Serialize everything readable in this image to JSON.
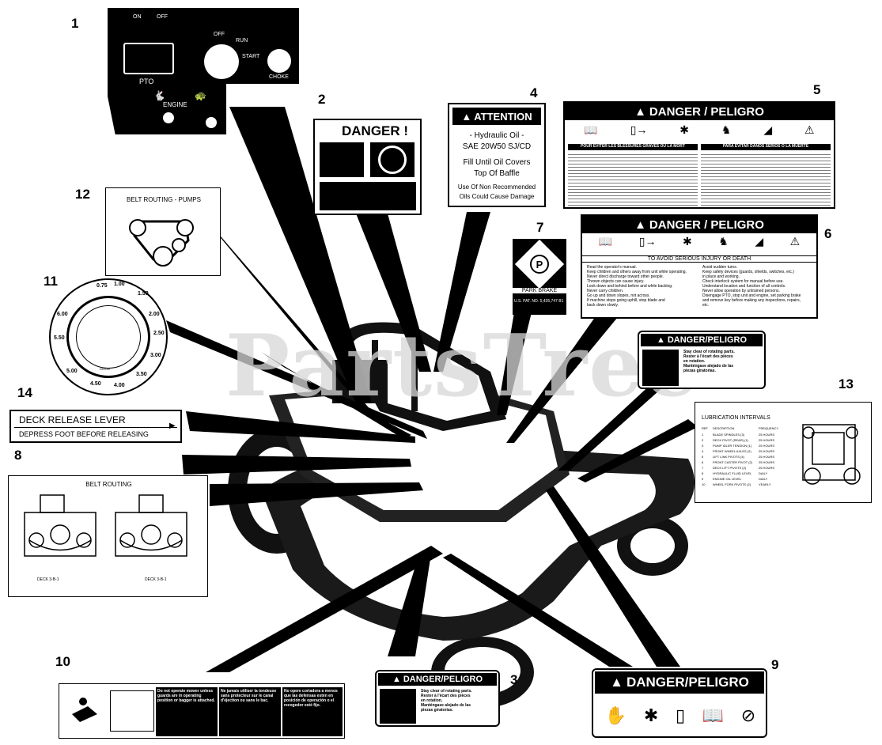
{
  "watermark": "PartsTree",
  "callouts": [
    "1",
    "2",
    "3",
    "4",
    "5",
    "6",
    "7",
    "8",
    "9",
    "10",
    "11",
    "12",
    "13",
    "14",
    "3"
  ],
  "decal1": {
    "on": "ON",
    "off": "OFF",
    "pto": "PTO",
    "off2": "OFF",
    "run": "RUN",
    "start": "START",
    "choke": "CHOKE",
    "engine": "ENGINE"
  },
  "decal2": {
    "title": "DANGER !"
  },
  "decal4": {
    "title": "ATTENTION",
    "line1": "- Hydraulic Oil -",
    "line2": "SAE 20W50 SJ/CD",
    "line3": "Fill Until Oil Covers",
    "line4": "Top Of Baffle",
    "line5": "Use Of Non Recommended",
    "line6": "Oils Could Cause Damage"
  },
  "decal5": {
    "title": "DANGER / PELIGRO",
    "left_head": "POUR EVITER LES BLESSURES GRAVES OU LA MORT",
    "right_head": "PARA EVITAR DAÑOS SERIOS O LA MUERTE"
  },
  "decal6": {
    "title": "DANGER / PELIGRO",
    "subhead": "TO AVOID SERIOUS INJURY OR DEATH",
    "left_items": [
      "Read the operator's manual.",
      "Keep children and others away from unit while operating.",
      "Never direct discharge toward other people.",
      "Thrown objects can cause injury.",
      "Look down and behind before and while backing.",
      "Never carry children.",
      "Go up and down slopes, not across.",
      "If machine stops going uphill, stop blade and",
      "back down slowly."
    ],
    "right_items": [
      "Avoid sudden turns.",
      "Keep safety devices (guards, shields, switches, etc.)",
      "in place and working.",
      "Check interlock system for manual before use.",
      "Understand location and function of all controls.",
      "Never allow operation by untrained persons.",
      "Disengage PTO, stop unit and engine, set parking brake",
      "and remove key before making any inspections, repairs,",
      "etc."
    ]
  },
  "decal7": {
    "label": "PARK BRAKE",
    "patent": "U.S. PAT. NO. 5,435,747 B1"
  },
  "decal3a": {
    "title": "DANGER/PELIGRO",
    "line1": "Stay clear of rotating parts.",
    "line2": "Rester à l'écart des pièces",
    "line3": "en rotation.",
    "line4": "Manténgase alejado de las",
    "line5": "piezas giratorias."
  },
  "decal3b": {
    "title": "DANGER/PELIGRO",
    "line1": "Stay clear of rotating parts.",
    "line2": "Rester à l'écart des pièces",
    "line3": "en rotation.",
    "line4": "Manténgase alejado de las",
    "line5": "piezas giratorias."
  },
  "decal12": {
    "title": "BELT ROUTING - PUMPS"
  },
  "decal11": {
    "ticks": [
      "0.75",
      "1.00",
      "1.50",
      "2.00",
      "2.50",
      "3.00",
      "3.50",
      "4.00",
      "4.50",
      "5.00",
      "5.50",
      "6.00"
    ],
    "brand": "DIXON"
  },
  "decal14": {
    "line1": "DECK RELEASE LEVER",
    "line2": "DEPRESS FOOT BEFORE RELEASING"
  },
  "decal8": {
    "title": "BELT ROUTING",
    "cap1": "DECK 3-B-1",
    "cap2": "DECK 3-B-1"
  },
  "decal13": {
    "title": "LUBRICATION INTERVALS",
    "col_ref": "REF",
    "col_desc": "DESCRIPTION",
    "col_freq": "FREQUENCY",
    "rows": [
      [
        "1",
        "BLADE SPINDLES (3)",
        "25 HOURS"
      ],
      [
        "2",
        "DECK PIVOT (REAR) (1)",
        "25 HOURS"
      ],
      [
        "3",
        "PUMP IDLER TENSION (1)",
        "25 HOURS"
      ],
      [
        "4",
        "FRONT WHEEL AXLES (2)",
        "25 HOURS"
      ],
      [
        "5",
        "LIFT LINK PIVOTS (4)",
        "25 HOURS"
      ],
      [
        "6",
        "FRONT CASTER PIVOT (2)",
        "25 HOURS"
      ],
      [
        "7",
        "DECK LIFT PIVOTS (2)",
        "25 HOURS"
      ],
      [
        "8",
        "HYDRAULIC FLUID LEVEL",
        "DAILY"
      ],
      [
        "9",
        "ENGINE OIL LEVEL",
        "DAILY"
      ],
      [
        "10",
        "WHEEL FORK PIVOTS (2)",
        "YEARLY"
      ]
    ]
  },
  "decal9": {
    "title": "DANGER/PELIGRO"
  },
  "decal10": {
    "col1": "Do not operate mower unless guards are in operating position or bagger is attached.",
    "col2": "Ne jamais utiliser la tondeuse sans protecteur sur le canal d'éjection ou sans le bac.",
    "col3": "No opere cortadora a menos que las defensas estén en posición de operación o el recogedor esté fijo."
  }
}
